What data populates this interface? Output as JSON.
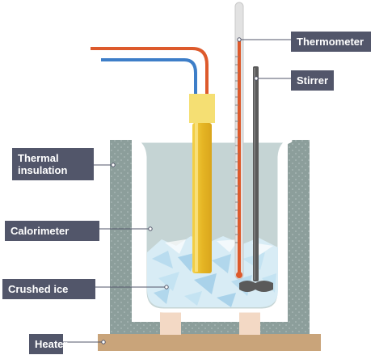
{
  "labels": {
    "thermometer": "Thermometer",
    "stirrer": "Stirrer",
    "thermal_insulation": "Thermal insulation",
    "calorimeter": "Calorimeter",
    "crushed_ice": "Crushed ice",
    "heater": "Heater"
  },
  "colors": {
    "label_bg": "#52566a",
    "insulation": "#8c9e9b",
    "calorimeter_liquid": "#c5d4d4",
    "ice": "#d8ecf5",
    "heater": "#c9a47a",
    "heater_blocks": "#f3d9c5",
    "heating_element": "#f0c434",
    "heating_cap": "#f5df73",
    "red_wire": "#dd5a2c",
    "blue_wire": "#3d7ec8",
    "stirrer": "#5a5a5a"
  }
}
